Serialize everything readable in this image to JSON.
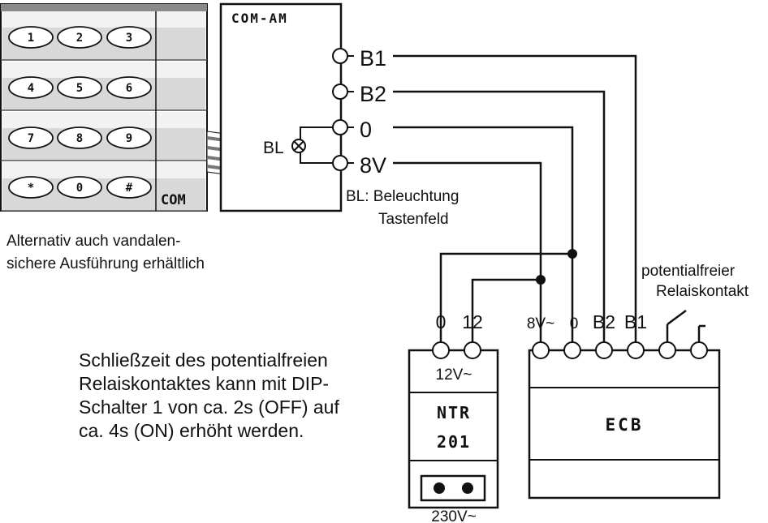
{
  "keypad": {
    "keys": [
      "1",
      "2",
      "3",
      "4",
      "5",
      "6",
      "7",
      "8",
      "9",
      "*",
      "0",
      "#"
    ],
    "brand": "COM",
    "caption_line1": "Alternativ auch vandalen-",
    "caption_line2": "sichere Ausführung erhältlich"
  },
  "com_am": {
    "title": "COM-AM",
    "terminals": [
      "B1",
      "B2",
      "0",
      "8V"
    ],
    "lamp_label": "BL",
    "legend_line1": "BL: Beleuchtung",
    "legend_line2": "Tastenfeld"
  },
  "ntr": {
    "terminals": [
      "0",
      "12"
    ],
    "output_label": "12V~",
    "name_line1": "NTR",
    "name_line2": "201",
    "input_label": "230V~"
  },
  "ecb": {
    "name": "ECB",
    "terminals": [
      "8V~",
      "0",
      "B2",
      "B1"
    ],
    "relay_label_line1": "potentialfreier",
    "relay_label_line2": "Relaiskontakt"
  },
  "note": {
    "lines": [
      "Schließzeit des potentialfreien",
      "Relaiskontaktes kann mit DIP-",
      "Schalter 1 von ca. 2s (OFF) auf",
      "ca. 4s (ON) erhöht werden."
    ]
  }
}
